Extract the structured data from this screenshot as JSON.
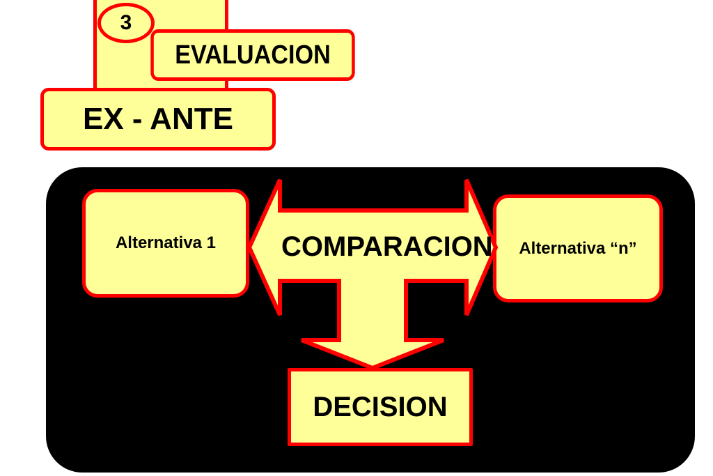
{
  "header": {
    "step_number": "3",
    "title": "EVALUACION",
    "subtitle": "EX - ANTE"
  },
  "diagram": {
    "left_alternative": "Alternativa 1",
    "right_alternative": "Alternativa “n”",
    "center_label": "COMPARACION",
    "result_label": "DECISION"
  },
  "colors": {
    "box_fill": "#ffff99",
    "border": "#ff0000",
    "panel": "#000000",
    "background": "#ffffff"
  }
}
